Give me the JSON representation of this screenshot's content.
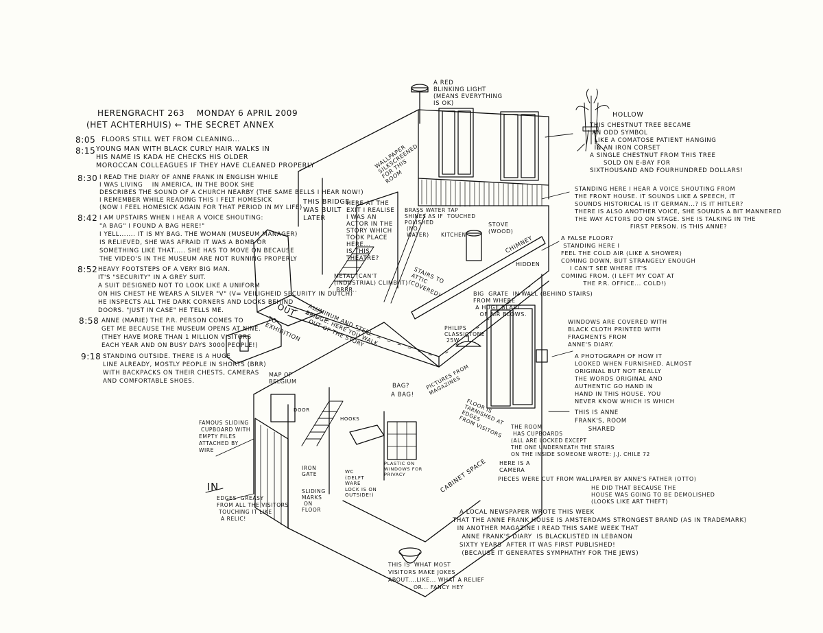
{
  "diary": {
    "header_line1": "HERENGRACHT 263    MONDAY 6 APRIL 2009",
    "header_line2": "(HET ACHTERHUIS) ← THE SECRET ANNEX",
    "entries": [
      {
        "time": "8:05",
        "text": "FLOORS STILL WET FROM CLEANING..."
      },
      {
        "time": "8:15",
        "text": "YOUNG MAN WITH BLACK CURLY HAIR WALKS IN\nHIS NAME IS KADA HE CHECKS HIS OLDER\nMOROCCAN COLLEAGUES IF THEY HAVE CLEANED PROPERLY"
      },
      {
        "time": "8:30",
        "text": "I READ THE DIARY OF ANNE FRANK IN ENGLISH WHILE\nI WAS LIVING    IN AMERICA, IN THE BOOK SHE\nDESCRIBES THE SOUND OF A CHURCH NEARBY (THE SAME BELLS I HEAR NOW!)\nI REMEMBER WHILE READING THIS I FELT HOMESICK\n(NOW I FEEL HOMESICK AGAIN FOR THAT PERIOD IN MY LIFE)"
      },
      {
        "time": "8:42",
        "text": "I AM UPSTAIRS WHEN I HEAR A VOICE SHOUTING:\n\"A BAG\" I FOUND A BAG HERE!\"\nI YELL....... IT IS MY BAG. THE WOMAN (MUSEUM MANAGER)\nIS RELIEVED, SHE WAS AFRAID IT WAS A BOMB OR\nSOMETHING LIKE THAT..... SHE HAS TO MOVE ON BECAUSE\nTHE VIDEO'S IN THE MUSEUM ARE NOT RUNNING PROPERLY"
      },
      {
        "time": "8:52",
        "text": "HEAVY FOOTSTEPS OF A VERY BIG MAN.\nIT'S \"SECURITY\" IN A GREY SUIT.\nA SUIT DESIGNED NOT TO LOOK LIKE A UNIFORM\nON HIS CHEST HE WEARS A SILVER \"V\" (V= VEILIGHEID SECURITY IN DUTCH)\nHE INSPECTS ALL THE DARK CORNERS AND LOOKS BEHIND\nDOORS. \"JUST IN CASE\" HE TELLS ME."
      },
      {
        "time": "8:58",
        "text": "ANNE (MARIE) THE P.R. PERSON COMES TO\nGET ME BECAUSE THE MUSEUM OPENS AT NINE.\n(THEY HAVE MORE THAN 1 MILLION VISITORS\nEACH YEAR AND ON BUSY DAYS 3000 PEOPLE!)"
      },
      {
        "time": "9:18",
        "text": "STANDING OUTSIDE. THERE IS A HUGE\nLINE ALREADY, MOSTLY PEOPLE IN SHORTS (BRR)\nWITH BACKPACKS ON THEIR CHESTS, CAMERAS\nAND COMFORTABLE SHOES."
      }
    ]
  },
  "annotations": {
    "bridge_later": "THIS BRIDGE\nWAS BUILT\nLATER",
    "exit_theatre": "HERE AT THE\nEXIT I REALISE\nI WAS AN\nACTOR IN THE\nSTORY WHICH\nTOOK PLACE\nHERE...\nIS THIS\nTHEATRE?",
    "wallpaper": "WALLPAPER\nSILKSCREENED\nFOR THIS\nROOM",
    "red_light": "A RED\nBLINKING LIGHT\n(MEANS EVERYTHING\nIS OK)",
    "hollow": "HOLLOW",
    "chestnut": "THIS CHESTNUT TREE BECAME\n AN ODD SYMBOL\n  LIKE A COMATOSE PATIENT HANGING\n  IN AN IRON CORSET\nA SINGLE CHESTNUT FROM THIS TREE\n      SOLD ON E-BAY FOR\nSIXTHOUSAND AND FOURHUNDRED DOLLARS!",
    "voice": "STANDING HERE I HEAR A VOICE SHOUTING FROM\nTHE FRONT HOUSE. IT SOUNDS LIKE A SPEECH, IT\nSOUNDS HISTORICAL IS IT GERMAN...? IS IT HITLER?\nTHERE IS ALSO ANOTHER VOICE, SHE SOUNDS A BIT MANNERED\nTHE WAY ACTORS DO ON STAGE. SHE IS TALKING IN THE\n                         FIRST PERSON. IS THIS ANNE?",
    "false_floor": "A FALSE FLOOR?\n STANDING HERE I\nFEEL THE COLD AIR (LIKE A SHOWER)\nCOMING DOWN, BUT STRANGELY ENOUGH\n    I CAN'T SEE WHERE IT'S\nCOMING FROM. (I LEFT MY COAT AT\n          THE P.R. OFFICE... COLD!)",
    "brass_tap": "BRASS WATER TAP\nSHINES AS IF  TOUCHED\nPOLISHED\n (NO\n WATER)",
    "kitchen": "KITCHEN",
    "stove": "STOVE\n(WOOD)",
    "chimney": "CHIMNEY",
    "hidden": "HIDDEN",
    "grate": "BIG  GRATE  IN WALL (BEHIND STAIRS)\nFROM WHERE\n A HUGE BLAST\n   OF AIR BLOWS.",
    "stairs_attic": "STAIRS TO\nATTIC\n(COVERED)",
    "metal": "METAL (CAN'T\n(INDUSTRIAL) CLIMB IT)\n BRRR..",
    "aluminum": "ALUMINUM AND STEEL\nBRIDGE. HERE YOU WALK\n   OUT OF THE STORY",
    "out": "OUT",
    "to_exhibition": "TO\nEXHIBITION",
    "philips": "PHILIPS\nCLASSICTONE\n 25W",
    "windows_cloth": "WINDOWS ARE COVERED WITH\nBLACK CLOTH PRINTED WITH\nFRAGMENTS FROM\nANNE'S DIARY.",
    "photograph": "A PHOTOGRAPH OF HOW IT\nLOOKED WHEN FURNISHED. ALMOST\nORIGINAL BUT NOT REALLY\nTHE WORDS ORIGINAL AND\nAUTHENTIC GO HAND IN\nHAND IN THIS HOUSE. YOU\nNEVER KNOW WHICH IS WHICH",
    "annes_room": "THIS IS ANNE\nFRANK'S, ROOM\n      SHARED",
    "map_belgium": "MAP OF\nBELGIUM",
    "pictures": "PICTURES FROM\nMAGAZINES",
    "bag_q": "BAG?",
    "bag_a": "A BAG!",
    "floor_tarnished": "FLOOR IS\nTARNISHED AT\nEDGES\nFROM VISITORS",
    "cupboards": "THE ROOM\n HAS CUPBOARDS\n(ALL ARE LOCKED EXCEPT\nTHE ONE UNDERNEATH THE STAIRS\nON THE INSIDE SOMEONE WROTE: J.J. CHILE 72",
    "camera": "HERE IS A\nCAMERA",
    "wallpaper_pieces": "PIECES WERE CUT FROM WALLPAPER BY ANNE'S FATHER (OTTO)",
    "demolished": "HE DID THAT BECAUSE THE\nHOUSE WAS GOING TO BE DEMOLISHED\n(LOOKS LIKE ART THEFT)",
    "sliding_cupboard": "FAMOUS SLIDING\n CUPBOARD WITH\nEMPTY FILES\nATTACHED BY\nWIRE",
    "door": "DOOR",
    "hooks": "HOOKS",
    "in": "IN",
    "greasy": "EDGES  GREASY\nFROM ALL THE VISITORS\n TOUCHING IT LIKE\n  A RELIC!",
    "iron_gate": "IRON\nGATE",
    "sliding_marks": "SLIDING\nMARKS\n ON\nFLOOR",
    "wc": "WC\n(DELFT\nWARE\nLOCK IS ON\nOUTSIDE!)",
    "plastic_windows": "PLASTIC ON\nWINDOWS FOR\nPRIVACY",
    "cabinet_space": "CABINET SPACE",
    "visitors_jokes": "THIS IS  WHAT MOST\nVISITORS MAKE JOKES\nABOUT....LIKE... WHAT A RELIEF\n            OR... FANCY HEY",
    "newspaper": "   A LOCAL NEWSPAPER WROTE THIS WEEK\nTHAT THE ANNE FRANK HOUSE IS AMSTERDAMS STRONGEST BRAND (AS IN TRADEMARK)\n  IN ANOTHER MAGAZINE I READ THIS SAME WEEK THAT\n    ANNE FRANK'S DIARY  IS BLACKLISTED IN LEBANON\n   SIXTY YEARS  AFTER IT WAS FIRST PUBLISHED!\n    (BECAUSE IT GENERATES SYMPHATHY FOR THE JEWS)"
  },
  "colors": {
    "paper": "#fdfdf8",
    "ink": "#111111"
  }
}
